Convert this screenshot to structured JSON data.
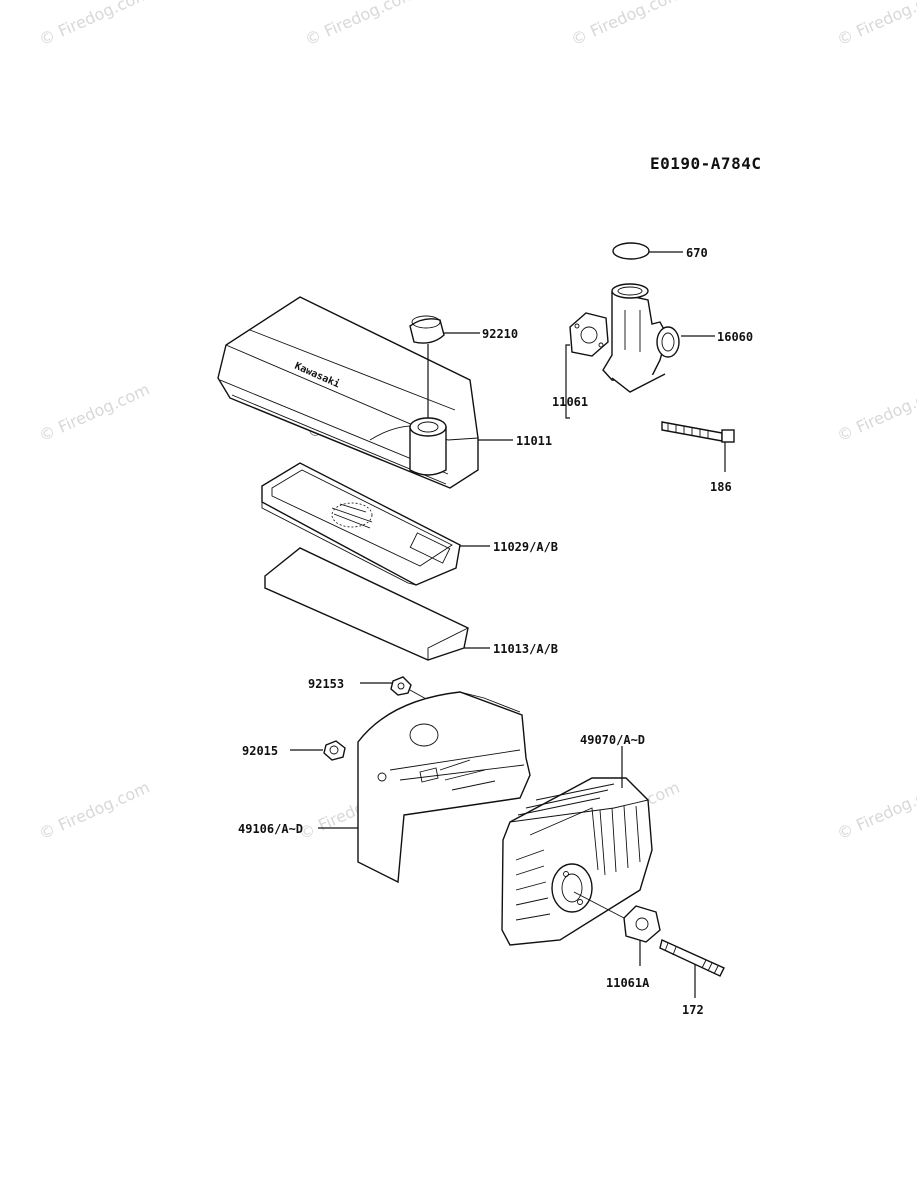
{
  "diagram": {
    "code": "E0190-A784C",
    "watermark": "© Firedog.com",
    "embossed_brand": "Kawasaki",
    "parts": [
      {
        "id": "670"
      },
      {
        "id": "16060"
      },
      {
        "id": "92210"
      },
      {
        "id": "11061"
      },
      {
        "id": "11011"
      },
      {
        "id": "186"
      },
      {
        "id": "11029/A/B"
      },
      {
        "id": "11013/A/B"
      },
      {
        "id": "92153"
      },
      {
        "id": "92015"
      },
      {
        "id": "49070/A~D"
      },
      {
        "id": "49106/A~D"
      },
      {
        "id": "11061A"
      },
      {
        "id": "172"
      }
    ]
  }
}
